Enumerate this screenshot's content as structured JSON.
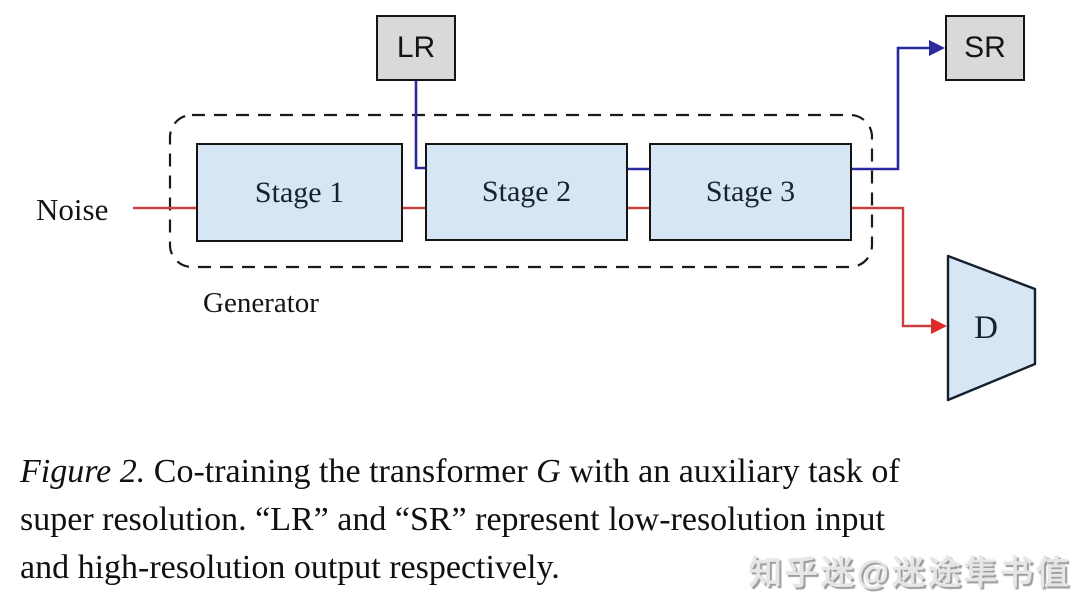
{
  "figure": {
    "boxes": {
      "lr_label": "LR",
      "sr_label": "SR",
      "stage1_label": "Stage 1",
      "stage2_label": "Stage 2",
      "stage3_label": "Stage 3",
      "discriminator_label": "D"
    },
    "labels": {
      "noise": "Noise",
      "generator": "Generator"
    }
  },
  "caption": {
    "figure_label": "Figure 2.",
    "line1_a": " Co-training the transformer ",
    "line1_g": "G",
    "line1_b": " with an auxiliary task of",
    "line2": "super resolution.  “LR” and “SR” represent low-resolution input",
    "line3": "and high-resolution output respectively."
  },
  "watermark": "知乎迷@迷途隼书值",
  "colors": {
    "stage_fill": "#d6e6f4",
    "io_fill": "#d9d9d9",
    "line_blue": "#2a2aa0",
    "line_red": "#c84040",
    "arrow_red": "#e02a2a"
  }
}
